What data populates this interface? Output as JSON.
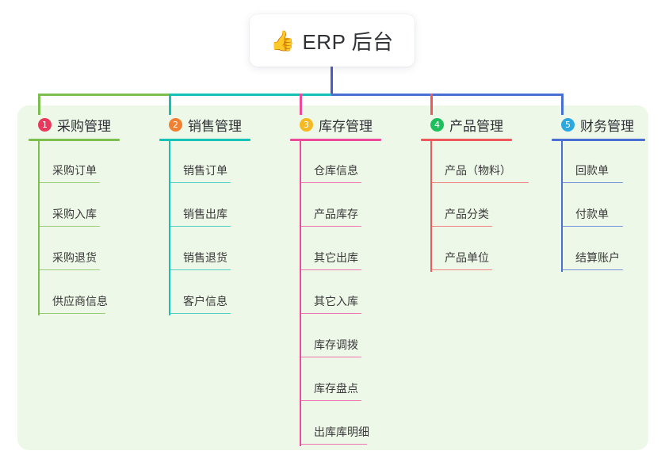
{
  "diagram": {
    "title": "ERP 后台 mindmap",
    "root": {
      "icon": "thumbs-up-icon",
      "emoji": "👍",
      "label": "ERP 后台"
    },
    "panel_background": "#eef8e8",
    "stem_color": "#4a5cc5",
    "branches": [
      {
        "number": "1",
        "label": "采购管理",
        "badge_color": "#e8395c",
        "line_color": "#7cbf4f",
        "items": [
          "采购订单",
          "采购入库",
          "采购退货",
          "供应商信息"
        ]
      },
      {
        "number": "2",
        "label": "销售管理",
        "badge_color": "#f08032",
        "line_color": "#16c2b6",
        "items": [
          "销售订单",
          "销售出库",
          "销售退货",
          "客户信息"
        ]
      },
      {
        "number": "3",
        "label": "库存管理",
        "badge_color": "#f5b921",
        "line_color": "#ed4a9c",
        "items": [
          "仓库信息",
          "产品库存",
          "其它出库",
          "其它入库",
          "库存调拨",
          "库存盘点",
          "出库库明细"
        ]
      },
      {
        "number": "4",
        "label": "产品管理",
        "badge_color": "#1dbf5c",
        "line_color": "#f0595c",
        "items": [
          "产品（物料）",
          "产品分类",
          "产品单位"
        ]
      },
      {
        "number": "5",
        "label": "财务管理",
        "badge_color": "#29a9e0",
        "line_color": "#4a6fd4",
        "items": [
          "回款单",
          "付款单",
          "结算账户"
        ]
      }
    ]
  }
}
